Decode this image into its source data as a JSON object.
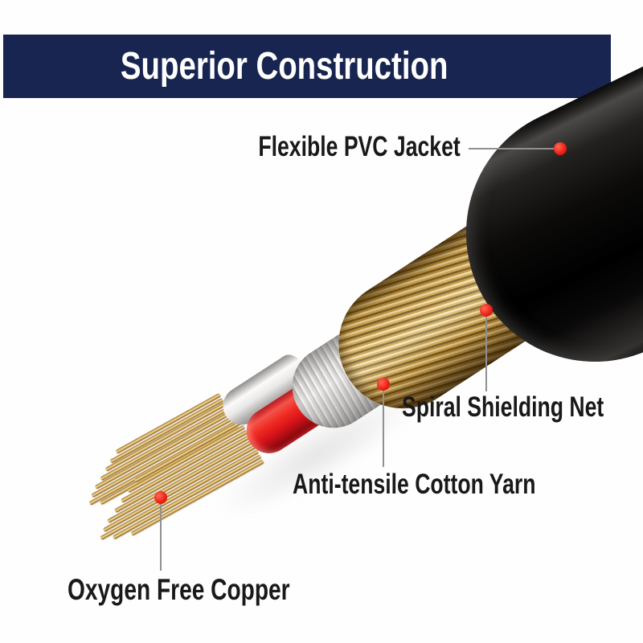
{
  "banner": {
    "title": "Superior Construction",
    "background_color": "#182550",
    "text_color": "#ffffff"
  },
  "callouts": [
    {
      "id": "pvc-jacket",
      "label": "Flexible PVC Jacket"
    },
    {
      "id": "shielding-net",
      "label": "Spiral Shielding Net"
    },
    {
      "id": "cotton-yarn",
      "label": "Anti-tensile Cotton Yarn"
    },
    {
      "id": "copper",
      "label": "Oxygen Free Copper"
    }
  ],
  "marker": {
    "dot_color": "#ec1d12",
    "line_color": "#909090"
  },
  "cable_colors": {
    "pvc_jacket": "#141312",
    "shield_braid": "#d2a954",
    "cotton_sleeve": "#f6f5f3",
    "cotton_yarn_ribs": "#dcdbd9",
    "red_insulation": "#ef2a22",
    "white_insulation": "#e9e8e6",
    "copper_strands": "#dcb568"
  }
}
